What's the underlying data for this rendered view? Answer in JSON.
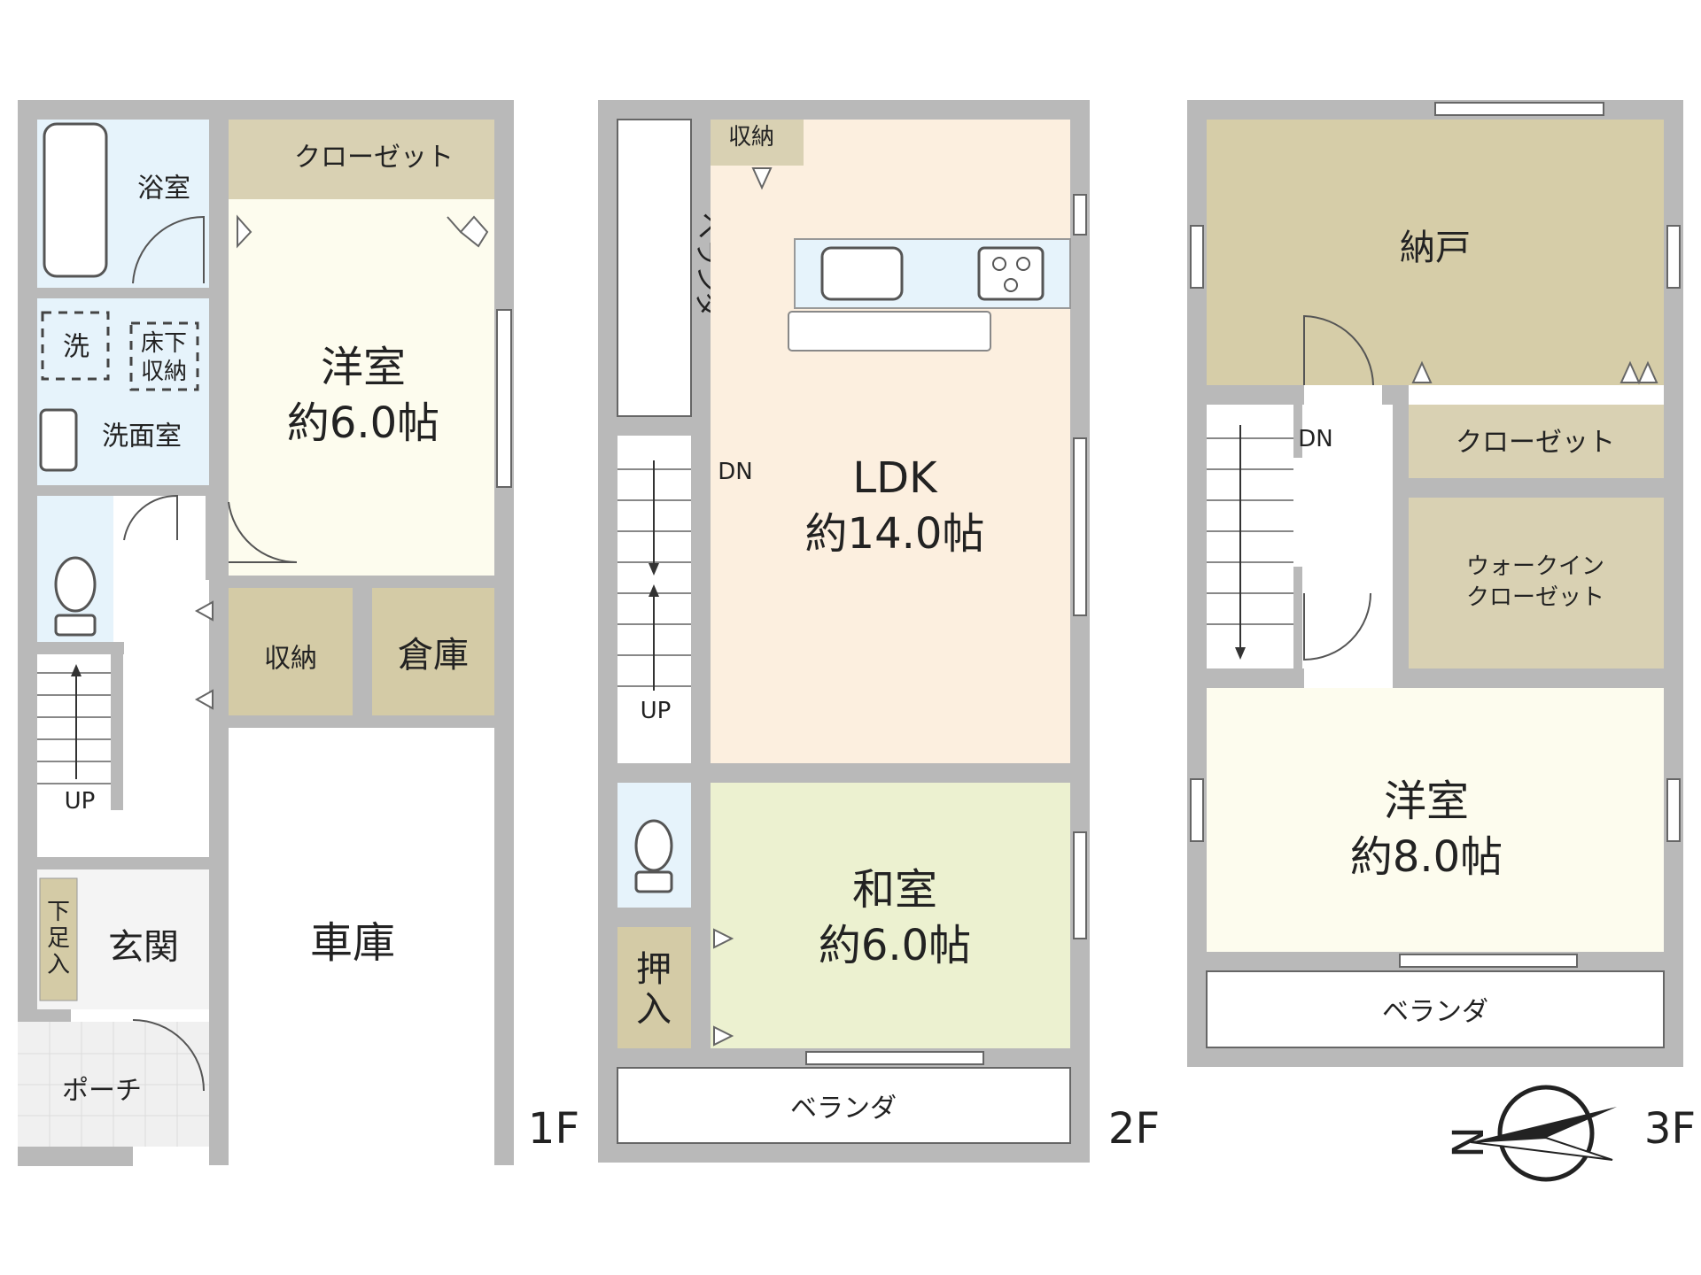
{
  "floors": [
    {
      "label": "1F",
      "rooms": {
        "bath": "浴室",
        "closet": "クローゼット",
        "western_name": "洋室",
        "western_size": "約6.0帖",
        "washer": "洗",
        "underfloor_l1": "床下",
        "underfloor_l2": "収納",
        "washroom": "洗面室",
        "storage": "収納",
        "warehouse": "倉庫",
        "up": "UP",
        "shoe_l1": "下",
        "shoe_l2": "足",
        "shoe_l3": "入",
        "entrance": "玄関",
        "garage": "車庫",
        "porch": "ポーチ"
      }
    },
    {
      "label": "2F",
      "rooms": {
        "storage": "収納",
        "veranda_side": "ベランダ",
        "dn": "DN",
        "ldk_name": "LDK",
        "ldk_size": "約14.0帖",
        "up": "UP",
        "japanese_name": "和室",
        "japanese_size": "約6.0帖",
        "oshiire_l1": "押",
        "oshiire_l2": "入",
        "veranda_bottom": "ベランダ"
      }
    },
    {
      "label": "3F",
      "rooms": {
        "nando": "納戸",
        "dn": "DN",
        "closet": "クローゼット",
        "wic_l1": "ウォークイン",
        "wic_l2": "クローゼット",
        "western_name": "洋室",
        "western_size": "約8.0帖",
        "veranda": "ベランダ"
      }
    }
  ],
  "compass": {
    "north": "N"
  },
  "colors": {
    "wall": "#b9b9b9",
    "wet_area": "#e6f3fb",
    "closet": "#d9d1b3",
    "storage_tan": "#d4cba6",
    "western_room": "#fdfcee",
    "ldk": "#fcefdf",
    "tatami": "#ecf1d0",
    "nando": "#d6cda8",
    "porch_tile": "#f0f0f0"
  }
}
